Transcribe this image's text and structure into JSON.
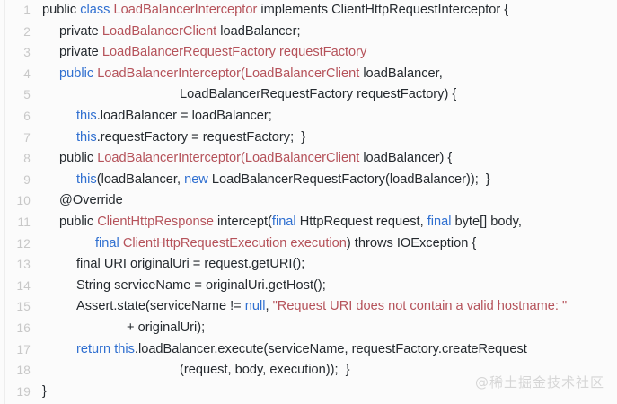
{
  "editor": {
    "background": "#fbfbfb",
    "line_number_color": "#c8c8c8",
    "text_color": "#24292e",
    "keyword_color": "#2f6fd0",
    "type_color": "#b5525a",
    "string_color": "#b5525a",
    "language": "java",
    "first_line": 1,
    "last_line": 19,
    "total_lines": 19
  },
  "watermark": {
    "text": "@稀土掘金技术社区"
  },
  "lines": [
    {
      "number": "1",
      "indent": 0,
      "text": "public class LoadBalancerInterceptor implements ClientHttpRequestInterceptor {",
      "tokens": [
        {
          "t": "public ",
          "k": "plain"
        },
        {
          "t": "class ",
          "k": "kw"
        },
        {
          "t": "LoadBalancerInterceptor ",
          "k": "type"
        },
        {
          "t": "implements ",
          "k": "plain"
        },
        {
          "t": "ClientHttpRequestInterceptor {",
          "k": "plain"
        }
      ]
    },
    {
      "number": "2",
      "indent": 19,
      "text": "private LoadBalancerClient loadBalancer;",
      "tokens": [
        {
          "t": "private ",
          "k": "plain"
        },
        {
          "t": "LoadBalancerClient ",
          "k": "type"
        },
        {
          "t": "loadBalancer;",
          "k": "plain"
        }
      ]
    },
    {
      "number": "3",
      "indent": 19,
      "text": "private LoadBalancerRequestFactory requestFactory",
      "tokens": [
        {
          "t": "private ",
          "k": "plain"
        },
        {
          "t": "LoadBalancerRequestFactory requestFactory",
          "k": "type"
        }
      ]
    },
    {
      "number": "4",
      "indent": 19,
      "text": "public LoadBalancerInterceptor(LoadBalancerClient loadBalancer,",
      "tokens": [
        {
          "t": "public ",
          "k": "kw"
        },
        {
          "t": "LoadBalancerInterceptor(",
          "k": "type"
        },
        {
          "t": "LoadBalancerClient ",
          "k": "type"
        },
        {
          "t": "loadBalancer,",
          "k": "plain"
        }
      ]
    },
    {
      "number": "5",
      "indent": 153,
      "text": "LoadBalancerRequestFactory requestFactory) {",
      "tokens": [
        {
          "t": "LoadBalancerRequestFactory requestFactory) {",
          "k": "plain"
        }
      ]
    },
    {
      "number": "6",
      "indent": 38,
      "text": "this.loadBalancer = loadBalancer;",
      "tokens": [
        {
          "t": "this",
          "k": "kw"
        },
        {
          "t": ".loadBalancer = loadBalancer;",
          "k": "plain"
        }
      ]
    },
    {
      "number": "7",
      "indent": 38,
      "text": "this.requestFactory = requestFactory;  }",
      "tokens": [
        {
          "t": "this",
          "k": "kw"
        },
        {
          "t": ".requestFactory = requestFactory;  }",
          "k": "plain"
        }
      ]
    },
    {
      "number": "8",
      "indent": 19,
      "text": "public LoadBalancerInterceptor(LoadBalancerClient loadBalancer) {",
      "tokens": [
        {
          "t": "public ",
          "k": "plain"
        },
        {
          "t": "LoadBalancerInterceptor(",
          "k": "type"
        },
        {
          "t": "LoadBalancerClient ",
          "k": "type"
        },
        {
          "t": "loadBalancer) {",
          "k": "plain"
        }
      ]
    },
    {
      "number": "9",
      "indent": 38,
      "text": "this(loadBalancer, new LoadBalancerRequestFactory(loadBalancer));  }",
      "tokens": [
        {
          "t": "this",
          "k": "kw"
        },
        {
          "t": "(loadBalancer, ",
          "k": "plain"
        },
        {
          "t": "new ",
          "k": "kw"
        },
        {
          "t": "LoadBalancerRequestFactory(loadBalancer));  }",
          "k": "plain"
        }
      ]
    },
    {
      "number": "10",
      "indent": 19,
      "text": "@Override",
      "tokens": [
        {
          "t": "@Override",
          "k": "anno"
        }
      ]
    },
    {
      "number": "11",
      "indent": 19,
      "text": "public ClientHttpResponse intercept(final HttpRequest request, final byte[] body,",
      "tokens": [
        {
          "t": "public ",
          "k": "plain"
        },
        {
          "t": "ClientHttpResponse ",
          "k": "type"
        },
        {
          "t": "intercept(",
          "k": "plain"
        },
        {
          "t": "final ",
          "k": "kw"
        },
        {
          "t": "HttpRequest request, ",
          "k": "plain"
        },
        {
          "t": "final ",
          "k": "kw"
        },
        {
          "t": "byte[] body,",
          "k": "plain"
        }
      ]
    },
    {
      "number": "12",
      "indent": 59,
      "text": "final ClientHttpRequestExecution execution) throws IOException {",
      "tokens": [
        {
          "t": "final ",
          "k": "kw"
        },
        {
          "t": "ClientHttpRequestExecution execution",
          "k": "type"
        },
        {
          "t": ") throws IOException {",
          "k": "plain"
        }
      ]
    },
    {
      "number": "13",
      "indent": 38,
      "text": "final URI originalUri = request.getURI();",
      "tokens": [
        {
          "t": "final URI originalUri = request.getURI();",
          "k": "plain"
        }
      ]
    },
    {
      "number": "14",
      "indent": 38,
      "text": "String serviceName = originalUri.getHost();",
      "tokens": [
        {
          "t": "String serviceName = originalUri.getHost();",
          "k": "plain"
        }
      ]
    },
    {
      "number": "15",
      "indent": 38,
      "text": "Assert.state(serviceName != null, \"Request URI does not contain a valid hostname: \"",
      "tokens": [
        {
          "t": "Assert.state(serviceName != ",
          "k": "plain"
        },
        {
          "t": "null",
          "k": "kw"
        },
        {
          "t": ", ",
          "k": "plain"
        },
        {
          "t": "\"Request URI does not contain a valid hostname: \"",
          "k": "str"
        }
      ]
    },
    {
      "number": "16",
      "indent": 94,
      "text": "+ originalUri);",
      "tokens": [
        {
          "t": "+ originalUri);",
          "k": "plain"
        }
      ]
    },
    {
      "number": "17",
      "indent": 38,
      "text": "return this.loadBalancer.execute(serviceName, requestFactory.createRequest",
      "tokens": [
        {
          "t": "return ",
          "k": "kw"
        },
        {
          "t": "this",
          "k": "kw"
        },
        {
          "t": ".loadBalancer.execute(serviceName, requestFactory.createRequest",
          "k": "plain"
        }
      ]
    },
    {
      "number": "18",
      "indent": 153,
      "text": "(request, body, execution));  }",
      "tokens": [
        {
          "t": "(request, body, execution));  }",
          "k": "plain"
        }
      ]
    },
    {
      "number": "19",
      "indent": 0,
      "text": "}",
      "tokens": [
        {
          "t": "}",
          "k": "plain"
        }
      ]
    }
  ]
}
